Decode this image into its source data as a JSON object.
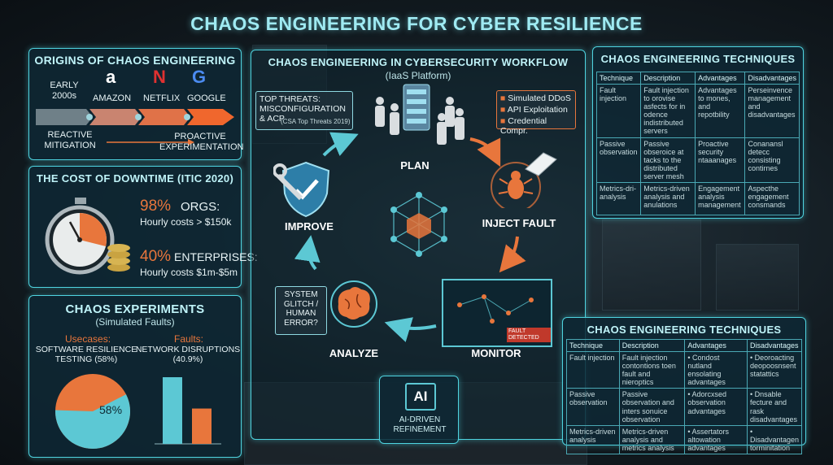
{
  "title": "CHAOS ENGINEERING FOR CYBER RESILIENCE",
  "origins": {
    "title": "ORIGINS OF CHAOS ENGINEERING",
    "timeline": [
      "EARLY 2000s",
      "AMAZON",
      "NETFLIX",
      "GOOGLE"
    ],
    "logo_letters": {
      "amazon": "a",
      "netflix": "N",
      "google": "G"
    },
    "from_label": "REACTIVE MITIGATION",
    "to_label": "PROACTIVE EXPERIMENTATION"
  },
  "downtime": {
    "title": "THE COST OF DOWNTIME (ITIC 2020)",
    "stat1_value": "98%",
    "stat1_label": "ORGS:",
    "stat1_detail": "Hourly costs > $150k",
    "stat2_value": "40%",
    "stat2_label": "ENTERPRISES:",
    "stat2_detail": "Hourly costs $1m-$5m"
  },
  "experiments": {
    "title": "CHAOS EXPERIMENTS",
    "subtitle": "(Simulated Faults)",
    "usecases_label": "Usecases:",
    "usecases_value": "SOFTWARE RESILIENCE TESTING (58%)",
    "faults_label": "Faults:",
    "faults_value": "NETWORK DISRUPTIONS (40.9%)",
    "pie_label": "58%",
    "pie_percent": 58,
    "bar_values": [
      100,
      53
    ]
  },
  "workflow": {
    "title": "CHAOS ENGINEERING IN CYBERSECURITY WORKFLOW",
    "subtitle": "(IaaS Platform)",
    "threats_text": "TOP THREATS: MISCONFIGURATION & ACP",
    "threats_source": "(CSA Top Threats 2019)",
    "sim_items": [
      "Simulated DDoS",
      "API Exploitation",
      "Credential Compr."
    ],
    "plan": "PLAN",
    "inject": "INJECT FAULT",
    "monitor": "MONITOR",
    "analyze": "ANALYZE",
    "improve": "IMPROVE",
    "glitch": "SYSTEM GLITCH / HUMAN ERROR?",
    "ai_chip": "AI",
    "ai_label": "AI-DRIVEN REFINEMENT",
    "monitor_badge": "FAULT DETECTED"
  },
  "tech1": {
    "title": "CHAOS ENGINEERING TECHNIQUES",
    "headers": [
      "Technique",
      "Description",
      "Advantages",
      "Disadvantages"
    ],
    "rows": [
      [
        "Fault injection",
        "Fault injection to orovise asfects for in odence indistributed servers",
        "Advantages to mones, and repotbility",
        "Perseinvence management and disadvantages"
      ],
      [
        "Passive observation",
        "Passive obseroice at tacks to the distributed server mesh",
        "Proactive security ntaaanages",
        "Conanansl detecc consisting contirnes"
      ],
      [
        "Metrics-dri-analysis",
        "Metrics-driven analysis and anulations",
        "Engagement analysis management",
        "Aspecthe engagement consmands"
      ]
    ]
  },
  "tech2": {
    "title": "CHAOS ENGINEERING TECHNIQUES",
    "headers": [
      "Technique",
      "Description",
      "Advantages",
      "Disadvantages"
    ],
    "rows": [
      [
        "Fault injection",
        "Fault injection contontions toen fault and nieroptics",
        "• Condost nutland ensolating advantages",
        "• Deoroacting deopoosnsent statattics"
      ],
      [
        "Passive observation",
        "Passive observation and inters sonuice observation",
        "• Adorcxsed observation advantages",
        "• Dnsable fecture and rask disadvantages"
      ],
      [
        "Metrics-driven analysis",
        "Metrics-driven analysis and metrics analysis",
        "• Assertators altowation advantages",
        "• Disadvantagen torminitation"
      ]
    ]
  },
  "colors": {
    "accent": "#4fd4e0",
    "orange": "#e8763c",
    "teal": "#5cc8d4"
  }
}
